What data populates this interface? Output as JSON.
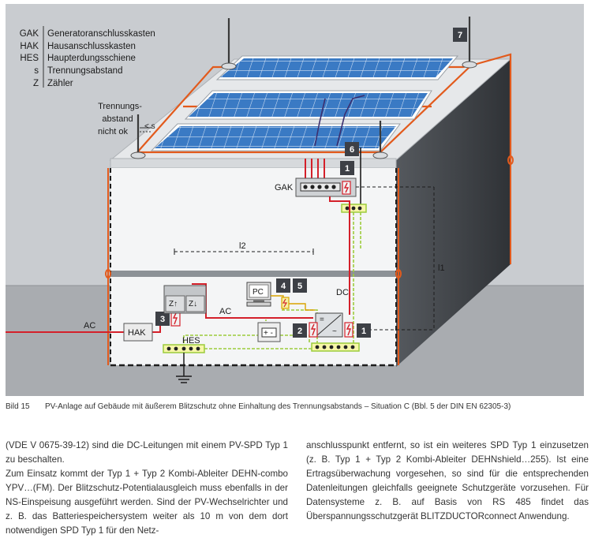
{
  "legend": [
    {
      "abbr": "GAK",
      "text": "Generatoranschlusskasten"
    },
    {
      "abbr": "HAK",
      "text": "Hausanschlusskasten"
    },
    {
      "abbr": "HES",
      "text": "Haupterdungsschiene"
    },
    {
      "abbr": "s",
      "text": "Trennungsabstand"
    },
    {
      "abbr": "Z",
      "text": "Zähler"
    }
  ],
  "diagram": {
    "separation_note": [
      "Trennungs-",
      "abstand",
      "nicht ok"
    ],
    "s_label": "< s",
    "gak_label": "GAK",
    "hak_label": "HAK",
    "hes_label": "HES",
    "ac_left": "AC",
    "ac_inner": "AC",
    "dc_label": "DC",
    "pc_label": "PC",
    "l1_label": "l1",
    "l2_label": "l2",
    "meter1": "Z↑",
    "meter2": "Z↓",
    "badges": [
      "7",
      "6",
      "1",
      "4",
      "5",
      "3",
      "2",
      "1"
    ]
  },
  "caption": {
    "number": "Bild 15",
    "text": "PV-Anlage auf Gebäude mit äußerem Blitzschutz ohne Einhaltung des Trennungsabstands – Situation C (Bbl. 5 der DIN EN 62305-3)"
  },
  "body": {
    "left": "(VDE V 0675-39-12) sind die DC-Leitungen mit einem PV-SPD Typ 1 zu beschalten.\nZum Einsatz kommt der Typ 1 + Typ 2 Kombi-Ableiter DEHN-combo YPV…(FM). Der Blitzschutz-Potentialausgleich muss ebenfalls in der NS-Einspeisung ausgeführt werden. Sind der PV-Wechselrichter und z. B. das Batteriespeichersystem weiter als 10 m von dem dort notwendigen SPD Typ 1 für den Netz-",
    "right": "anschlusspunkt entfernt, so ist ein weiteres SPD Typ 1 einzusetzen (z. B. Typ 1 + Typ 2 Kombi-Ableiter DEHNshield…255). Ist eine Ertragsüberwachung vorgesehen, so sind für die entsprechenden Datenleitungen gleichfalls geeignete Schutzgeräte vorzusehen. Für Datensysteme z. B. auf Basis von RS 485 findet das Überspannungsschutzgerät BLITZDUCTORconnect Anwendung."
  },
  "colors": {
    "background": "#c9ccd0",
    "wall": "#f4f5f6",
    "roof": "#e6e8ea",
    "dark_wall": "#3e4246",
    "panel": "#3a7ac4",
    "lightning_conductor": "#e25a1c",
    "power_line": "#d4202a",
    "equipotential": "#9ccc3c",
    "badge": "#3d4046"
  }
}
